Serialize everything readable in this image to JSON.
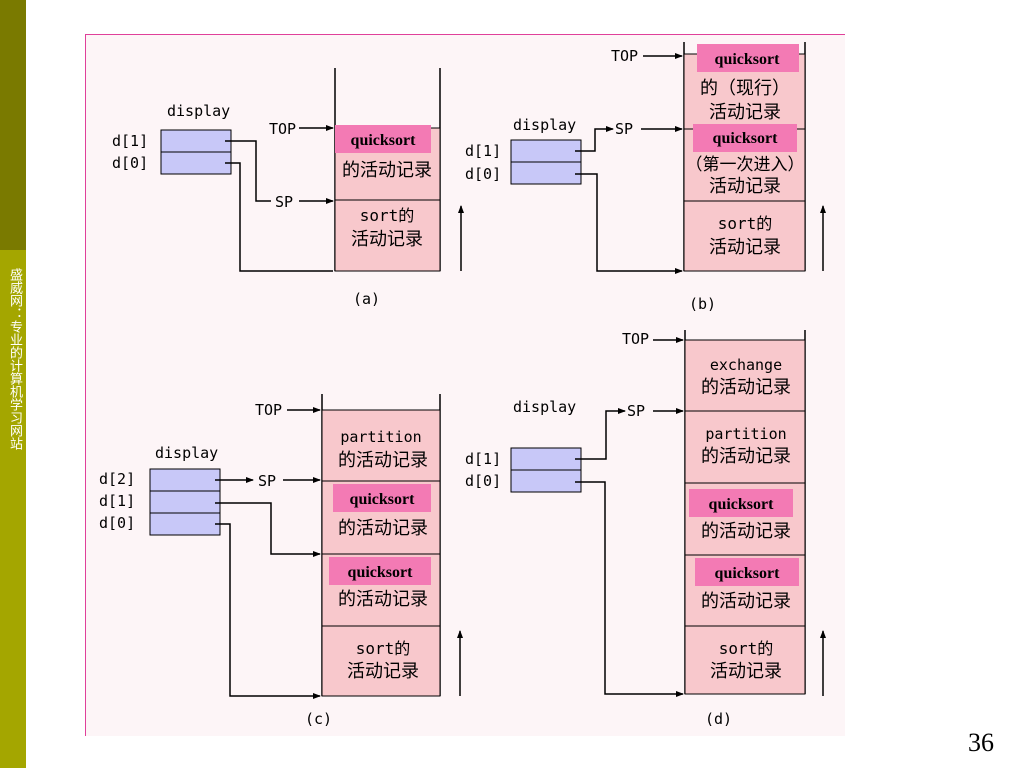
{
  "sidebar": {
    "text": "盛威网：专业的计算机学习网站"
  },
  "page_number": "36",
  "labels": {
    "display": "display",
    "top": "TOP",
    "sp": "SP",
    "d0": "d[0]",
    "d1": "d[1]",
    "d2": "d[2]",
    "quicksort": "quicksort",
    "record": "的活动记录",
    "sort_line1": "sort的",
    "sort_line2": "活动记录",
    "partition": "partition",
    "exchange": "exchange",
    "current_line1": "的（现行）",
    "current_line2": "活动记录",
    "first_line1": "（第一次进入）",
    "first_line2": "活动记录"
  },
  "captions": {
    "a": "(a)",
    "b": "(b)",
    "c": "(c)",
    "d": "(d)"
  },
  "colors": {
    "stack_fill": "#f8c8cc",
    "display_fill": "#c8c8f8",
    "highlight": "#f37ab4",
    "sidebar": "#a4a600",
    "frame": "#e0409a"
  }
}
